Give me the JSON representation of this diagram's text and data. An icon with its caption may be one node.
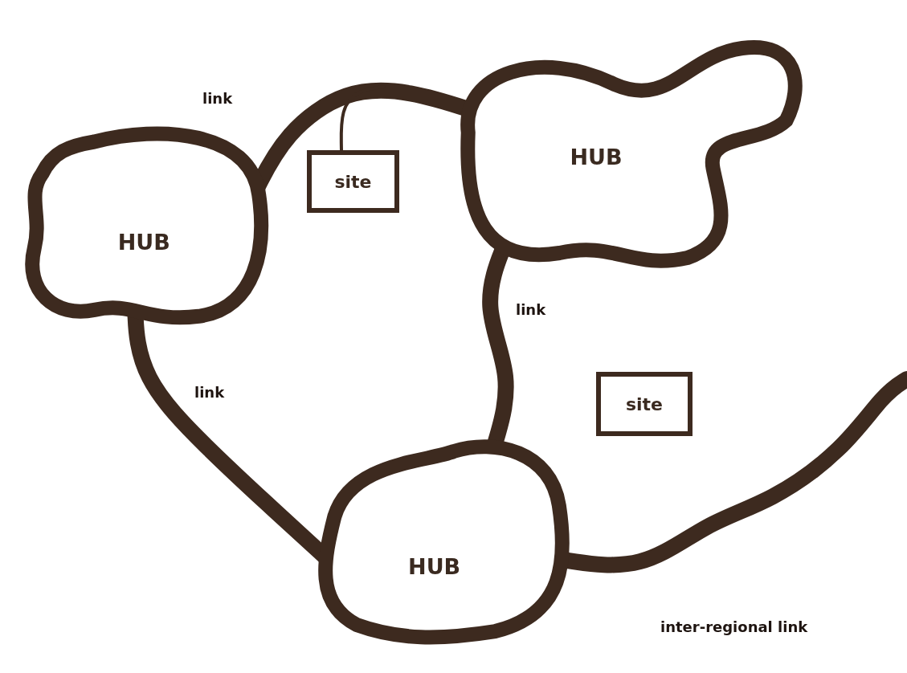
{
  "diagram": {
    "nodes": [
      {
        "text": [
          "HUB"
        ]
      },
      {
        "text": [
          "HUB"
        ]
      },
      {
        "text": [
          "site"
        ]
      },
      {
        "text": [
          "HUB"
        ]
      },
      {
        "text": [
          "site"
        ]
      }
    ],
    "edges": [
      {
        "from": 0,
        "to": 1,
        "arrow": "none",
        "label": "link"
      },
      {
        "from": 1,
        "to": 3,
        "arrow": "none",
        "label": "link"
      },
      {
        "from": 0,
        "to": 3,
        "arrow": "none",
        "label": "link"
      },
      {
        "from": 3,
        "to": null,
        "arrow": "none",
        "label": "inter-regional link"
      },
      {
        "from": 2,
        "to": null,
        "arrow": "none"
      }
    ]
  }
}
